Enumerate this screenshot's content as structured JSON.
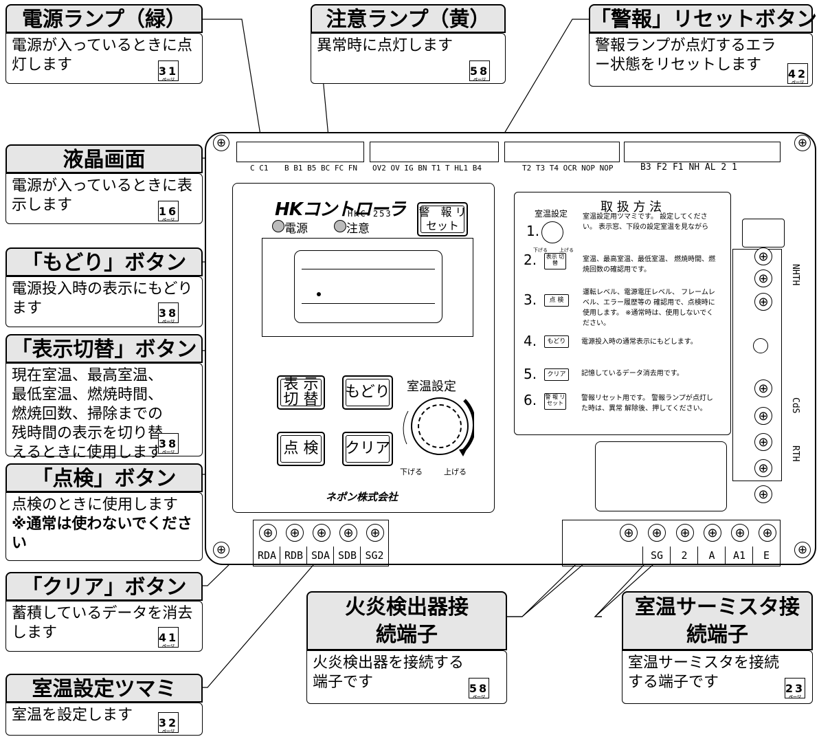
{
  "callouts": {
    "power_lamp": {
      "title": "電源ランプ（緑）",
      "body": "電源が入っているときに点灯します",
      "page": "31"
    },
    "caution_lamp": {
      "title": "注意ランプ（黄）",
      "body": "異常時に点灯します",
      "page": "58"
    },
    "alarm_reset": {
      "title": "「警報」リセットボタン",
      "body": "警報ランプが点灯するエラー状態をリセットします",
      "page": "42"
    },
    "lcd": {
      "title": "液晶画面",
      "body": "電源が入っているときに表示します",
      "page": "16"
    },
    "back": {
      "title": "「もどり」ボタン",
      "body": "電源投入時の表示にもどります",
      "page": "38"
    },
    "display_switch": {
      "title": "「表示切替」ボタン",
      "body": "現在室温、最高室温、最低室温、燃焼時間、燃焼回数、掃除までの残時間の表示を切り替えるときに使用します",
      "page": "38"
    },
    "inspect": {
      "title": "「点検」ボタン",
      "body": "点検のときに使用します",
      "note": "※通常は使わないでください"
    },
    "clear": {
      "title": "「クリア」ボタン",
      "body": "蓄積しているデータを消去します",
      "page": "41"
    },
    "temp_knob": {
      "title": "室温設定ツマミ",
      "body": "室温を設定します",
      "page": "32"
    },
    "flame_terminal": {
      "title": "火炎検出器接続端子",
      "body": "火炎検出器を接続する端子です",
      "page": "58"
    },
    "thermistor_terminal": {
      "title": "室温サーミスタ接続端子",
      "body": "室温サーミスタを接続する端子です",
      "page": "23"
    }
  },
  "panel": {
    "brand": "HKコントローラ",
    "model": "HKC-253",
    "power_lamp_label": "電源",
    "caution_lamp_label": "注意",
    "alarm_reset_label": "警　報 リセット",
    "display_switch_label": "表 示 切 替",
    "back_label": "もどり",
    "inspect_label": "点 検",
    "clear_label": "クリア",
    "knob_title": "室温設定",
    "knob_down": "下げる",
    "knob_up": "上げる",
    "maker": "ネポン株式会社"
  },
  "terminals_top": [
    "C  C1",
    "B  B1 B5 BC FC  FN",
    "OV2  OV  IG  BN  T1  T HL1  B4",
    "T2  T3  T4  OCR NOP  NOP",
    "B3 F2 F1  NH  AL  2   1"
  ],
  "terminals_bottom": [
    "RDA",
    "RDB",
    "SDA",
    "SDB",
    "SG2",
    "SG",
    "2",
    "A",
    "A1",
    "E"
  ],
  "terminals_right": [
    "NHTH",
    "CdS",
    "RTH"
  ],
  "instructions": {
    "title": "取 扱 方 法",
    "knob_label": "室温設定",
    "knob_down": "下げる",
    "knob_up": "上げる",
    "items": [
      {
        "num": "1.",
        "text": "室温設定用ツマミです。 設定してください。 表示窓、下段の設定室温を見ながら"
      },
      {
        "num": "2.",
        "btn": "表示 切替",
        "text": "室温、最高室温、最低室温、 燃焼時間、燃焼回数の確認用です。"
      },
      {
        "num": "3.",
        "btn": "点 検",
        "text": "運転レベル、電源電圧レベル、 フレームレベル、エラー履歴等の 確認用で、点検時に使用します。 ※通常時は、使用しないでください。"
      },
      {
        "num": "4.",
        "btn": "もどり",
        "text": "電源投入時の通常表示にもどします。"
      },
      {
        "num": "5.",
        "btn": "クリア",
        "text": "記憶しているデータ消去用です。"
      },
      {
        "num": "6.",
        "btn": "警 報 リセット",
        "text": "警報リセット用です。 警報ランプが点灯した時は、異常 解除後、押してください。"
      }
    ]
  }
}
